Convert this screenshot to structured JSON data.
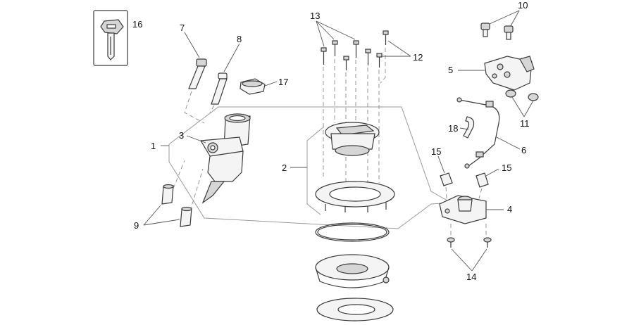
{
  "callouts": [
    {
      "id": "c1",
      "text": "1"
    },
    {
      "id": "c2",
      "text": "2"
    },
    {
      "id": "c3",
      "text": "3"
    },
    {
      "id": "c4",
      "text": "4"
    },
    {
      "id": "c5",
      "text": "5"
    },
    {
      "id": "c6",
      "text": "6"
    },
    {
      "id": "c7",
      "text": "7"
    },
    {
      "id": "c8",
      "text": "8"
    },
    {
      "id": "c9",
      "text": "9"
    },
    {
      "id": "c10",
      "text": "10"
    },
    {
      "id": "c11",
      "text": "11"
    },
    {
      "id": "c12",
      "text": "12"
    },
    {
      "id": "c13",
      "text": "13"
    },
    {
      "id": "c14",
      "text": "14"
    },
    {
      "id": "c15a",
      "text": "15"
    },
    {
      "id": "c15b",
      "text": "15"
    },
    {
      "id": "c16",
      "text": "16"
    },
    {
      "id": "c17",
      "text": "17"
    },
    {
      "id": "c18",
      "text": "18"
    }
  ]
}
